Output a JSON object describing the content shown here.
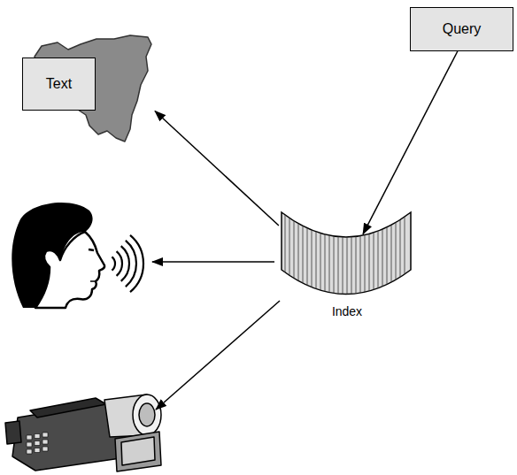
{
  "diagram": {
    "nodes": [
      {
        "text": [
          "Query"
        ]
      },
      {
        "text": [
          "Text"
        ]
      },
      {
        "text": [
          "Index"
        ]
      }
    ],
    "edges": [
      {
        "from": 0,
        "to": 2,
        "arrow": "to"
      },
      {
        "from": 2,
        "to": 1,
        "arrow": "to"
      }
    ]
  }
}
